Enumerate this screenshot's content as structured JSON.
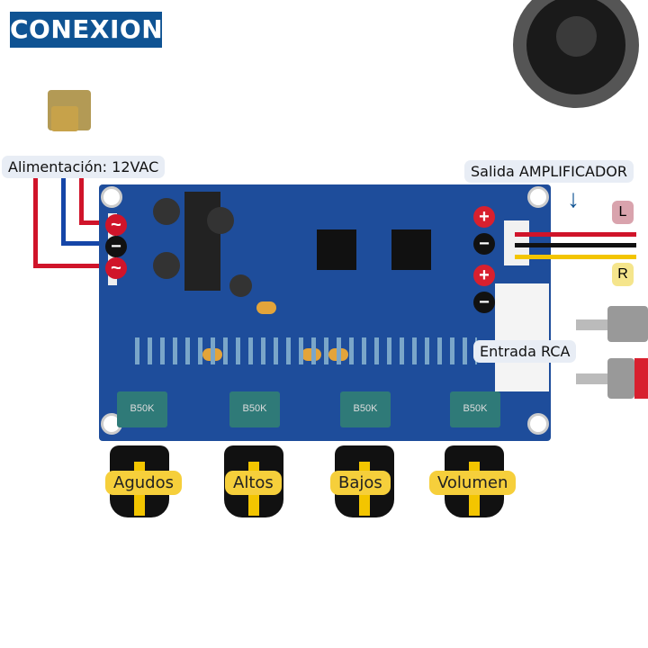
{
  "title": "CONEXION",
  "labels": {
    "power": "Alimentación: 12VAC",
    "output": "Salida AMPLIFICADOR",
    "input": "Entrada RCA",
    "left": "L",
    "right": "R"
  },
  "knobs": [
    "Agudos",
    "Altos",
    "Bajos",
    "Volumen"
  ],
  "pot_marking": "B50K",
  "colors": {
    "title_bg": "#0f5393",
    "pcb": "#1e4d9b",
    "knob_label": "#f6cf3b",
    "wire_red": "#d0142a",
    "wire_blue": "#1546a8",
    "wire_yellow": "#f3c500"
  }
}
